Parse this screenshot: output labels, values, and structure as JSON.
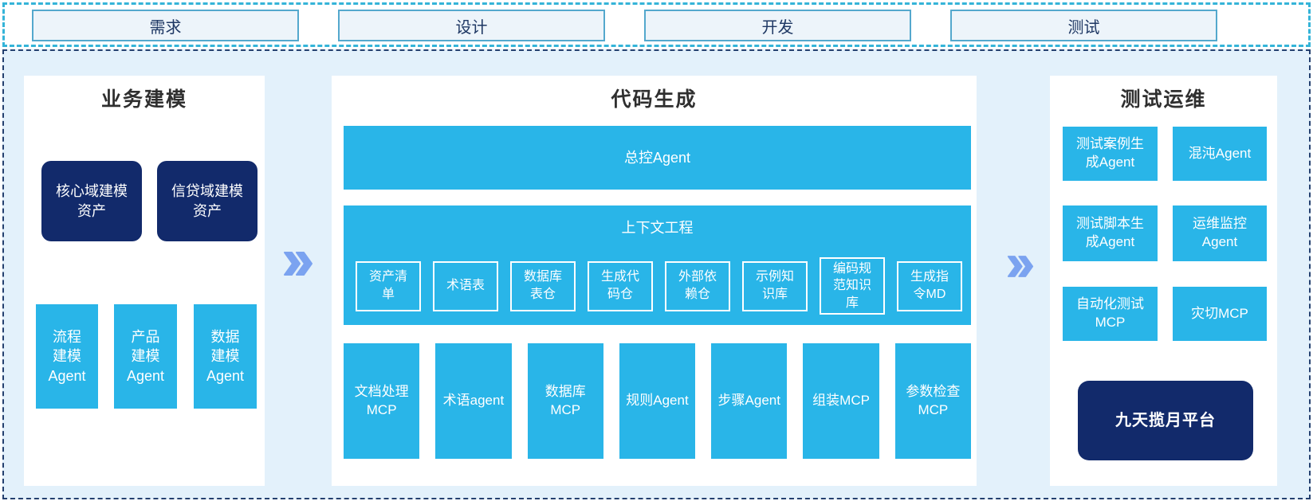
{
  "colors": {
    "cyan": "#29b5e8",
    "navy": "#122a6b",
    "chevron": "#7ba3f0",
    "band_bg": "#e3f1fb",
    "phase_fill": "#edf4fa",
    "phase_border": "#54a8cd",
    "dash_top": "#35b4d8",
    "dash_main": "#24406f",
    "title_text": "#2f2f2f",
    "phase_text": "#1f3864"
  },
  "top_phases": [
    "需求",
    "设计",
    "开发",
    "测试"
  ],
  "left_panel": {
    "title": "业务建模",
    "assets": [
      "核心域建模\n资产",
      "信贷域建模\n资产"
    ],
    "agents": [
      "流程\n建模\nAgent",
      "产品\n建模\nAgent",
      "数据\n建模\nAgent"
    ]
  },
  "middle_panel": {
    "title": "代码生成",
    "master_bar": "总控Agent",
    "context_bar": {
      "title": "上下文工程",
      "items": [
        "资产清\n单",
        "术语表",
        "数据库\n表仓",
        "生成代\n码仓",
        "外部依\n赖仓",
        "示例知\n识库",
        "编码规\n范知识\n库",
        "生成指\n令MD"
      ]
    },
    "tools": [
      "文档处理\nMCP",
      "术语agent",
      "数据库\nMCP",
      "规则Agent",
      "步骤Agent",
      "组装MCP",
      "参数检查\nMCP"
    ]
  },
  "right_panel": {
    "title": "测试运维",
    "boxes": [
      "测试案例生\n成Agent",
      "混沌Agent",
      "测试脚本生\n成Agent",
      "运维监控\nAgent",
      "自动化测试\nMCP",
      "灾切MCP"
    ],
    "platform": "九天揽月平台"
  }
}
